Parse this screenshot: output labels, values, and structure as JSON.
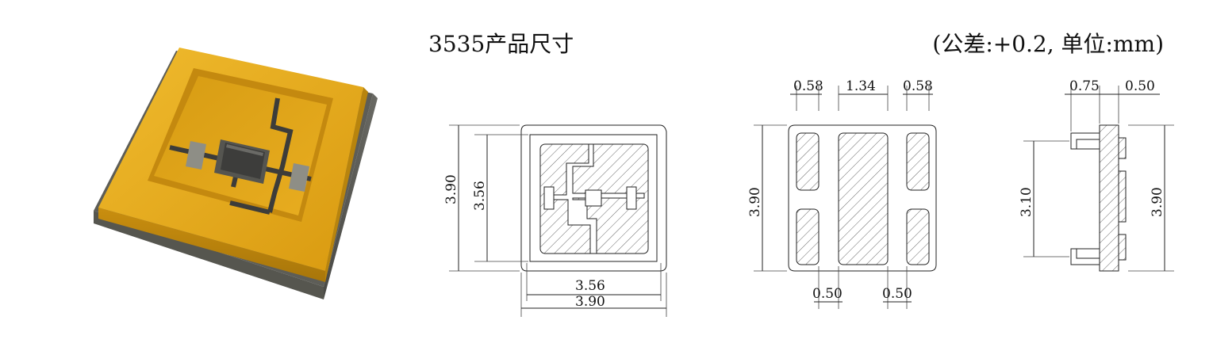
{
  "title": "3535产品尺寸",
  "tolerance_note": "(公差:+0.2, 单位:mm)",
  "top_view": {
    "dim_outer_height": "3.90",
    "dim_inner_height": "3.56",
    "dim_inner_width": "3.56",
    "dim_outer_width": "3.90"
  },
  "bottom_view": {
    "dim_pad_left": "0.58",
    "dim_pad_center": "1.34",
    "dim_pad_right": "0.58",
    "dim_height": "3.90",
    "dim_gap_left": "0.50",
    "dim_gap_right": "0.50"
  },
  "side_view": {
    "dim_left": "0.75",
    "dim_right": "0.50",
    "dim_inner_height": "3.10",
    "dim_outer_height": "3.90"
  },
  "colors": {
    "gold": "#e2a718",
    "gold_dark": "#b9800c",
    "gold_light": "#f3c545",
    "base": "#5b5b56",
    "chip": "#3a3a3a",
    "line": "#222222"
  }
}
